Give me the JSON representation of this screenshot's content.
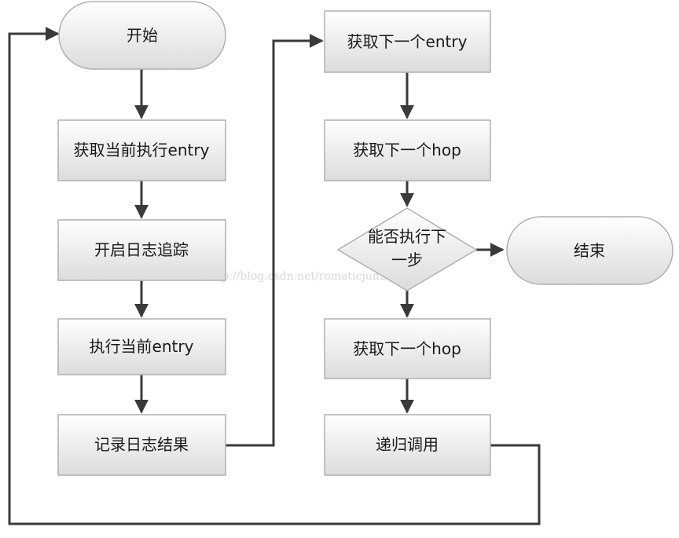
{
  "nodes": {
    "start": "开始",
    "get_current_entry": "获取当前执行entry",
    "start_log_trace": "开启日志追踪",
    "exec_current_entry": "执行当前entry",
    "record_log_result": "记录日志结果",
    "get_next_entry": "获取下一个entry",
    "get_next_hop_1": "获取下一个hop",
    "decision_line1": "能否执行下",
    "decision_line2": "一步",
    "end": "结束",
    "get_next_hop_2": "获取下一个hop",
    "recursive_call": "递归调用"
  },
  "watermark": "http://blog.csdn.net/romaticjun2011",
  "colors": {
    "box_fill_top": "#ffffff",
    "box_fill_bottom": "#dedede",
    "stroke": "#b0b0b0",
    "connector": "#3a3a3a"
  }
}
